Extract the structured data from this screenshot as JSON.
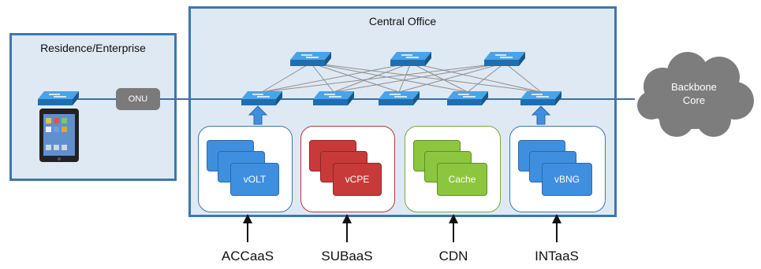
{
  "regions": {
    "residence_title": "Residence/Enterprise",
    "central_office_title": "Central Office"
  },
  "onu_label": "ONU",
  "cloud": {
    "line1": "Backbone",
    "line2": "Core"
  },
  "services": [
    {
      "card_label": "vOLT",
      "bottom_label": "ACCaaS",
      "border": "#3c77b1",
      "card_color": "#3f8fe0"
    },
    {
      "card_label": "vCPE",
      "bottom_label": "SUBaaS",
      "border": "#b23a3a",
      "card_color": "#c83a3a"
    },
    {
      "card_label": "Cache",
      "bottom_label": "CDN",
      "border": "#7aa63c",
      "card_color": "#8cc63e"
    },
    {
      "card_label": "vBNG",
      "bottom_label": "INTaaS",
      "border": "#3c77b1",
      "card_color": "#3f8fe0"
    }
  ],
  "colors": {
    "switch": "#2f8fd6",
    "region_fill": "#dfe9f3",
    "region_border": "#3c77b1",
    "cloud": "#7d7d7d"
  },
  "icons": [
    "network-switch-icon",
    "tablet-icon",
    "cloud-icon",
    "up-arrow-icon"
  ]
}
